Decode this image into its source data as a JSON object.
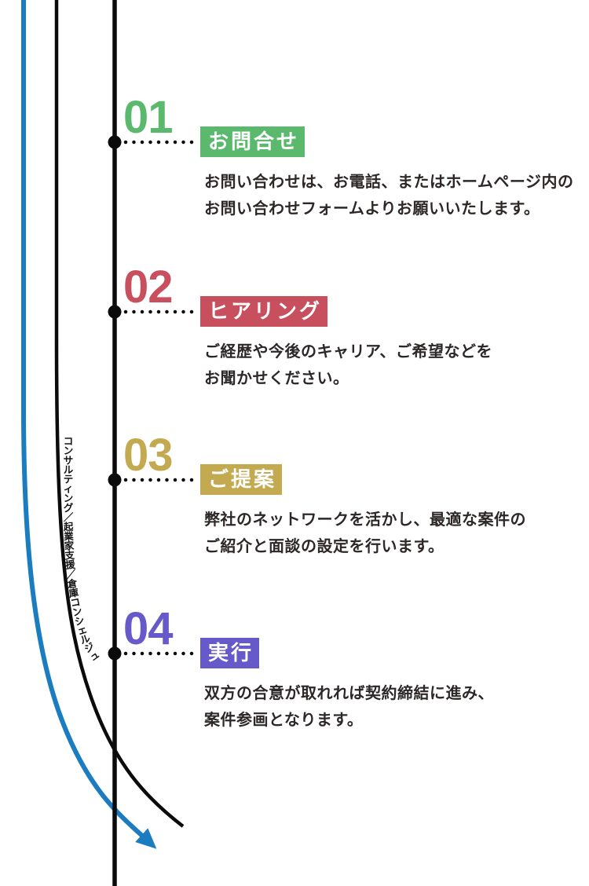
{
  "diagram": {
    "kind": "process-flow-timeline",
    "background": "#ffffff",
    "curved_side_label": {
      "text": "コンサルティング／起業家支援／倉庫コンシェルジュ",
      "color": "#141414"
    },
    "colors": {
      "timeline_black": "#0b0b0b",
      "arrow_blue": "#1b7dc0",
      "description_text": "#2d2727",
      "badge_text": "#ffffff"
    },
    "steps": [
      {
        "number": "01",
        "title": "お問合せ",
        "color": "#5bb96d",
        "description_lines": [
          "お問い合わせは、お電話、またはホームページ内の",
          "お問い合わせフォームよりお願いいたします。"
        ]
      },
      {
        "number": "02",
        "title": "ヒアリング",
        "color": "#c8505e",
        "description_lines": [
          "ご経歴や今後のキャリア、ご希望などを",
          "お聞かせください。"
        ]
      },
      {
        "number": "03",
        "title": "ご提案",
        "color": "#c3a950",
        "description_lines": [
          "弊社のネットワークを活かし、最適な案件の",
          "ご紹介と面談の設定を行います。"
        ]
      },
      {
        "number": "04",
        "title": "実行",
        "color": "#6659c9",
        "description_lines": [
          "双方の合意が取れれば契約締結に進み、",
          "案件参画となります。"
        ]
      }
    ]
  }
}
